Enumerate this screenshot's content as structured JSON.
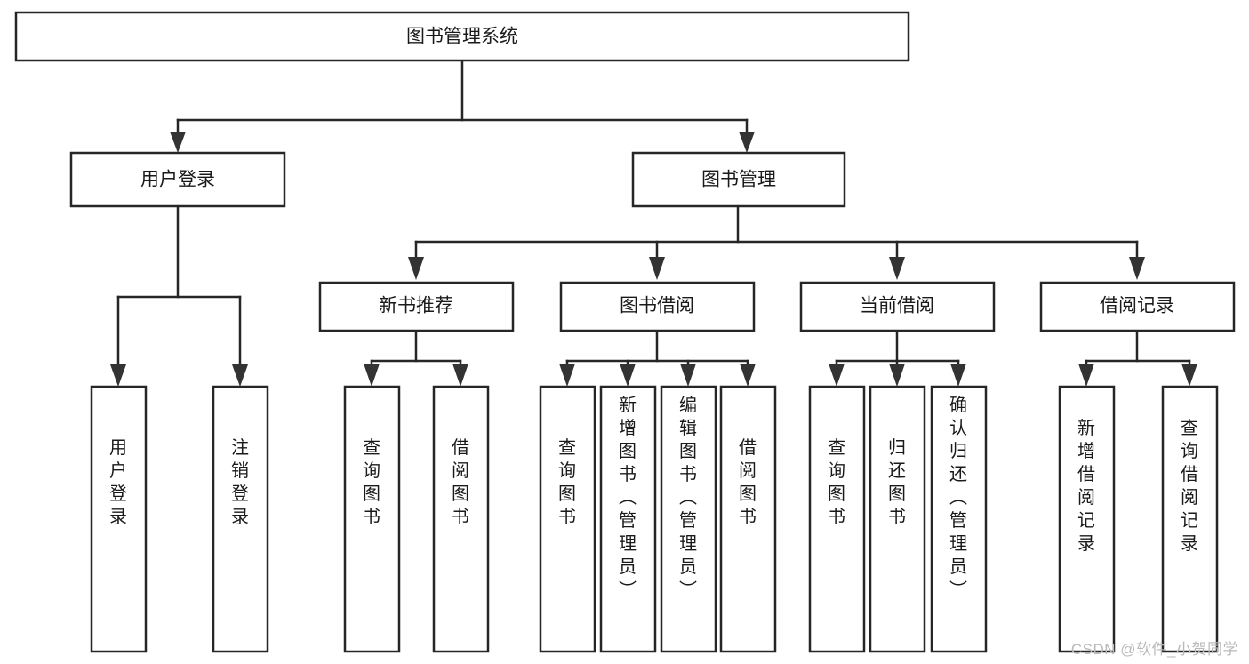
{
  "diagram": {
    "type": "hierarchy-tree",
    "title": "图书管理系统",
    "watermark": "CSDN @软件_小贺同学",
    "colors": {
      "background": "#ffffff",
      "stroke": "#262626",
      "text": "#1a1a1a",
      "watermark": "#b9b9b9"
    },
    "levels": {
      "root": {
        "label": "图书管理系统"
      },
      "level2": [
        {
          "label": "用户登录"
        },
        {
          "label": "图书管理"
        }
      ],
      "level3": [
        {
          "label": "新书推荐"
        },
        {
          "label": "图书借阅"
        },
        {
          "label": "当前借阅"
        },
        {
          "label": "借阅记录"
        }
      ],
      "leaves": {
        "user_login": [
          {
            "label": "用户登录"
          },
          {
            "label": "注销登录"
          }
        ],
        "new_book_recommend": [
          {
            "label": "查询图书"
          },
          {
            "label": "借阅图书"
          }
        ],
        "book_borrow": [
          {
            "label": "查询图书"
          },
          {
            "label": "新增图书（管理员）"
          },
          {
            "label": "编辑图书（管理员）"
          },
          {
            "label": "借阅图书"
          }
        ],
        "current_borrow": [
          {
            "label": "查询图书"
          },
          {
            "label": "归还图书"
          },
          {
            "label": "确认归还（管理员）"
          }
        ],
        "borrow_records": [
          {
            "label": "新增借阅记录"
          },
          {
            "label": "查询借阅记录"
          }
        ]
      }
    }
  }
}
